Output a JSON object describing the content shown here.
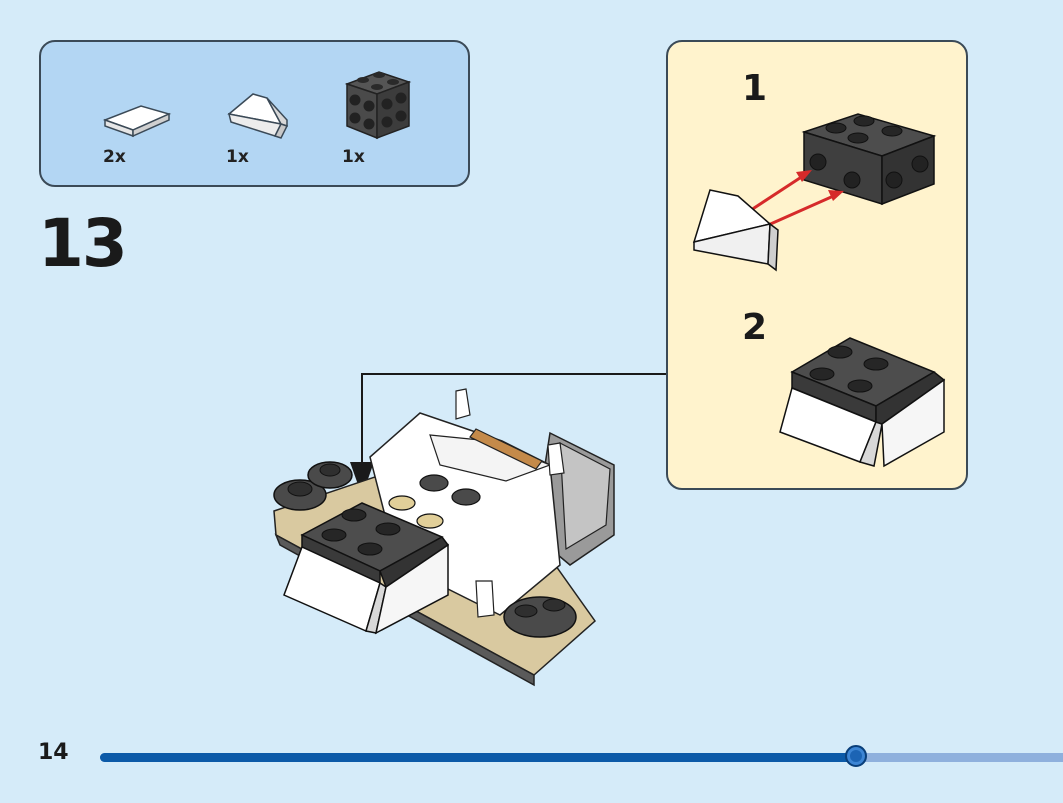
{
  "parts_list": {
    "items": [
      {
        "name": "white 1x2 tile",
        "quantity": "2x",
        "color": "#f2f2f2"
      },
      {
        "name": "white 1x2 slope",
        "quantity": "1x",
        "color": "#f2f2f2"
      },
      {
        "name": "black 2x2 brick with studs on sides",
        "quantity": "1x",
        "color": "#3a3a3a"
      }
    ]
  },
  "step": {
    "number": "13"
  },
  "sub_steps": [
    {
      "label": "1"
    },
    {
      "label": "2"
    }
  ],
  "footer": {
    "page_number": "14",
    "progress": 0.785
  },
  "colors": {
    "background": "#d5ebf9",
    "parts_box": "#b3d6f3",
    "sub_box": "#fff3cd",
    "arrow": "#d62a2a",
    "progress_fill": "#0c5aa8",
    "progress_track": "#8fb0dd"
  }
}
